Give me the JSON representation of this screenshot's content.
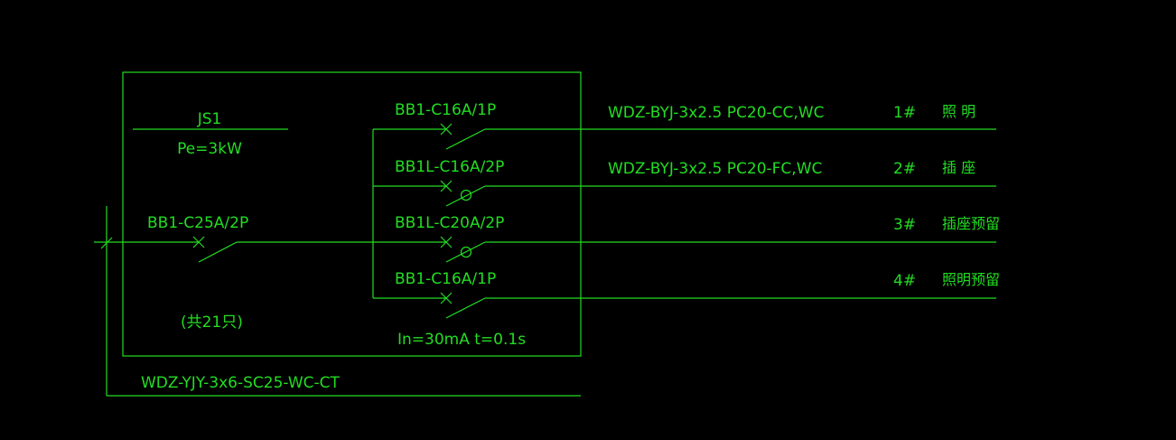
{
  "colors": {
    "background": "#000000",
    "stroke": "#22dd22"
  },
  "panel": {
    "name": "JS1",
    "power": "Pe=3kW",
    "main_breaker": "BB1-C25A/2P",
    "quantity": "(共21只)",
    "incoming_cable": "WDZ-YJY-3x6-SC25-WC-CT",
    "rcd_note": "In=30mA  t=0.1s"
  },
  "circuits": [
    {
      "breaker": "BB1-C16A/1P",
      "cable": "WDZ-BYJ-3x2.5  PC20-CC,WC",
      "number": "1#",
      "use": "照 明"
    },
    {
      "breaker": "BB1L-C16A/2P",
      "cable": "WDZ-BYJ-3x2.5  PC20-FC,WC",
      "number": "2#",
      "use": "插 座"
    },
    {
      "breaker": "BB1L-C20A/2P",
      "cable": "",
      "number": "3#",
      "use": "插座预留"
    },
    {
      "breaker": "BB1-C16A/1P",
      "cable": "",
      "number": "4#",
      "use": "照明预留"
    }
  ]
}
